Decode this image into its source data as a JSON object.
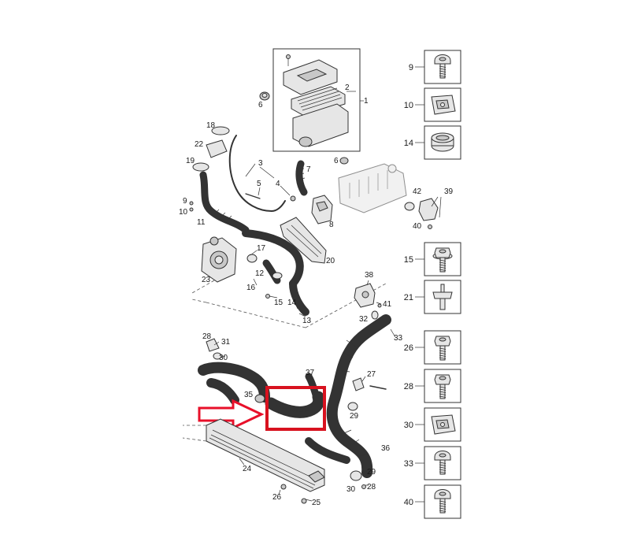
{
  "highlight": {
    "arrow_color": "#e8102a",
    "box_color": "#d8121f",
    "part_color": "#22e03a"
  },
  "callouts": {
    "c1": "1",
    "c2": "2",
    "c3": "3",
    "c4": "4",
    "c5": "5",
    "c6a": "6",
    "c6b": "6",
    "c7": "7",
    "c8": "8",
    "c9": "9",
    "c10": "10",
    "c11": "11",
    "c12": "12",
    "c13": "13",
    "c14": "14",
    "c15": "15",
    "c16": "16",
    "c17": "17",
    "c18": "18",
    "c19": "19",
    "c20": "20",
    "c22": "22",
    "c23": "23",
    "c24": "24",
    "c25": "25",
    "c26": "26",
    "c27": "27",
    "c28a": "28",
    "c28b": "28",
    "c29a": "29",
    "c29b": "29",
    "c30": "30",
    "c31": "31",
    "c32": "32",
    "c33": "33",
    "c35": "35",
    "c36": "36",
    "c37": "37",
    "c38": "38",
    "c39": "39",
    "c40": "40",
    "c41": "41",
    "c42": "42"
  },
  "fastener_panel": [
    {
      "label": "9",
      "icon": "screw-icon"
    },
    {
      "label": "10",
      "icon": "clip-nut-icon"
    },
    {
      "label": "14",
      "icon": "grommet-icon"
    },
    {
      "label": "15",
      "icon": "flange-bolt-icon"
    },
    {
      "label": "21",
      "icon": "stud-bolt-icon"
    },
    {
      "label": "26",
      "icon": "hex-bolt-icon"
    },
    {
      "label": "28",
      "icon": "hex-bolt-icon"
    },
    {
      "label": "30",
      "icon": "clip-nut-icon"
    },
    {
      "label": "33",
      "icon": "screw-icon"
    },
    {
      "label": "40",
      "icon": "screw-icon"
    }
  ]
}
